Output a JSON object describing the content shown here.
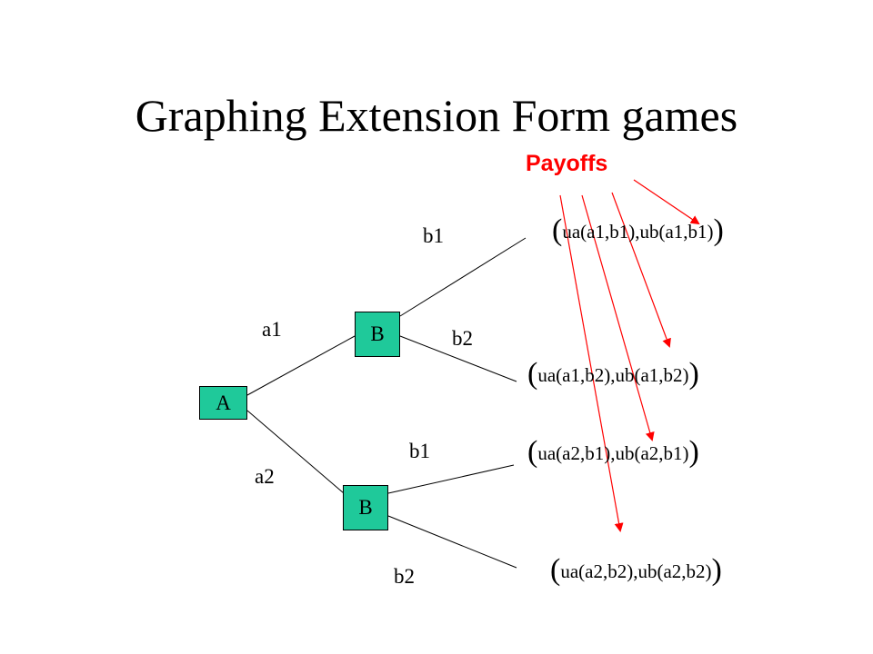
{
  "slide": {
    "title": "Graphing Extension Form games",
    "payoffs_label": "Payoffs",
    "accent_color": "#ff0000",
    "node_color": "#1fc99a"
  },
  "nodes": {
    "a": "A",
    "b_top": "B",
    "b_bottom": "B"
  },
  "edges": {
    "a1": "a1",
    "a2": "a2",
    "b1_top": "b1",
    "b2_top": "b2",
    "b1_bottom": "b1",
    "b2_bottom": "b2"
  },
  "payoffs": {
    "open": "(",
    "close": ")",
    "p1": "ua(a1,b1),ub(a1,b1)",
    "p2": "ua(a1,b2),ub(a1,b2)",
    "p3": "ua(a2,b1),ub(a2,b1)",
    "p4": "ua(a2,b2),ub(a2,b2)"
  }
}
